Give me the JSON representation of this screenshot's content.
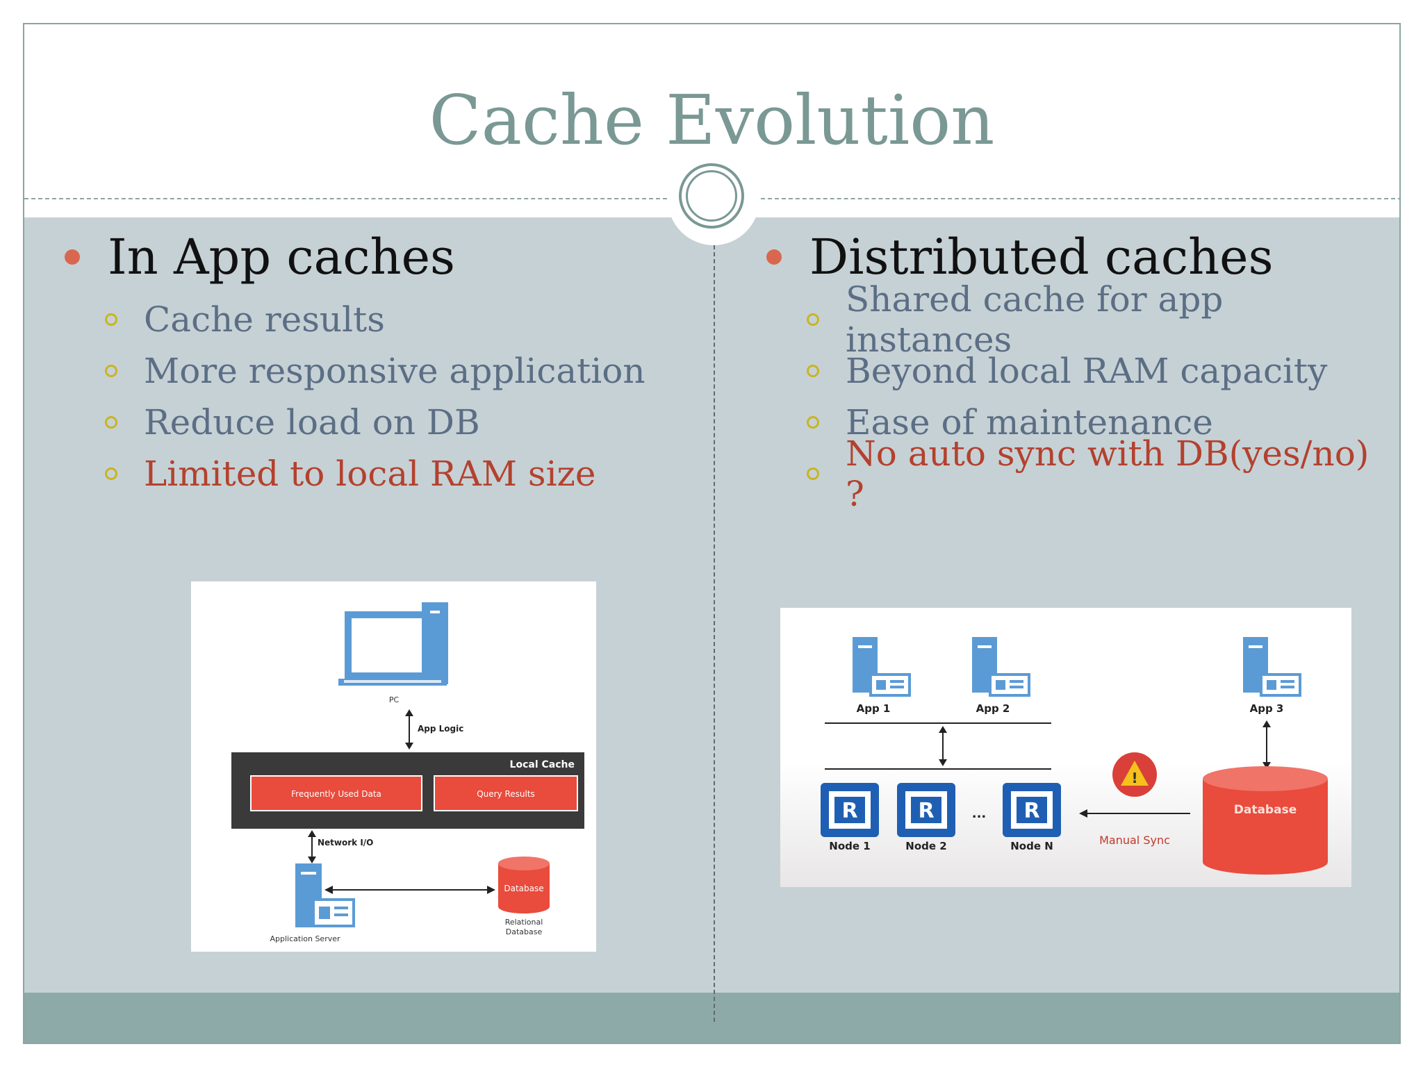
{
  "slide": {
    "title": "Cache Evolution",
    "left": {
      "heading": "In App caches",
      "items": [
        {
          "text": "Cache results",
          "highlight": false
        },
        {
          "text": "More responsive application",
          "highlight": false
        },
        {
          "text": "Reduce load on DB",
          "highlight": false
        },
        {
          "text": "Limited to local RAM size",
          "highlight": true
        }
      ]
    },
    "right": {
      "heading": "Distributed caches",
      "items": [
        {
          "text": "Shared cache for app instances",
          "highlight": false
        },
        {
          "text": "Beyond local RAM capacity",
          "highlight": false
        },
        {
          "text": "Ease of maintenance",
          "highlight": false
        },
        {
          "text": "No auto sync with DB(yes/no) ?",
          "highlight": true
        }
      ]
    }
  },
  "diagram_left": {
    "pc_label": "PC",
    "app_logic": "App Logic",
    "local_cache": "Local Cache",
    "frequently_used": "Frequently Used Data",
    "query_results": "Query Results",
    "network_io": "Network I/O",
    "database": "Database",
    "relational_1": "Relational",
    "relational_2": "Database",
    "app_server": "Application Server"
  },
  "diagram_right": {
    "app1": "App 1",
    "app2": "App 2",
    "app3": "App 3",
    "node_glyph": "R",
    "node1": "Node 1",
    "node2": "Node 2",
    "noden": "Node N",
    "ellipsis": "...",
    "manual_sync": "Manual Sync",
    "database": "Database",
    "warning_glyph": "!"
  },
  "colors": {
    "title": "#7a9894",
    "bullet": "#d9674f",
    "sub_bullet": "#c9b422",
    "sub_text": "#5c6e85",
    "warn_text": "#b3412e",
    "content_bg": "#c6d1d5",
    "footer": "#8eaaa8"
  }
}
